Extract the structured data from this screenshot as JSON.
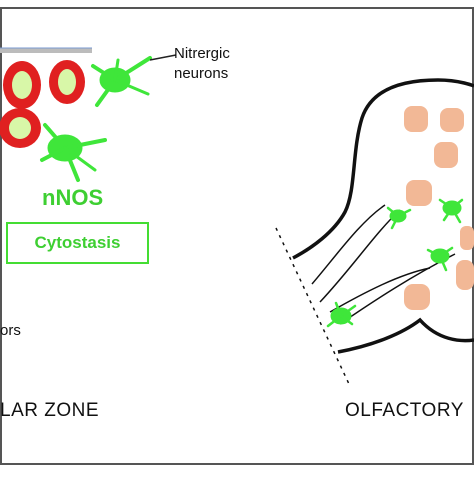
{
  "labels": {
    "nitrergic_neurons": "Nitrergic\nneurons",
    "nnos": "nNOS",
    "cytostasis": "Cytostasis",
    "partial_left_label": "ors",
    "zone_left": "LAR ZONE",
    "zone_right": "OLFACTORY"
  },
  "colors": {
    "neuron": "#3fe63a",
    "cell_ring": "#e02020",
    "cell_core": "#d8f7a8",
    "cell_blob": "#f2b896",
    "outline": "#111111",
    "text_accent": "#3ecf32",
    "frame": "#555555"
  }
}
